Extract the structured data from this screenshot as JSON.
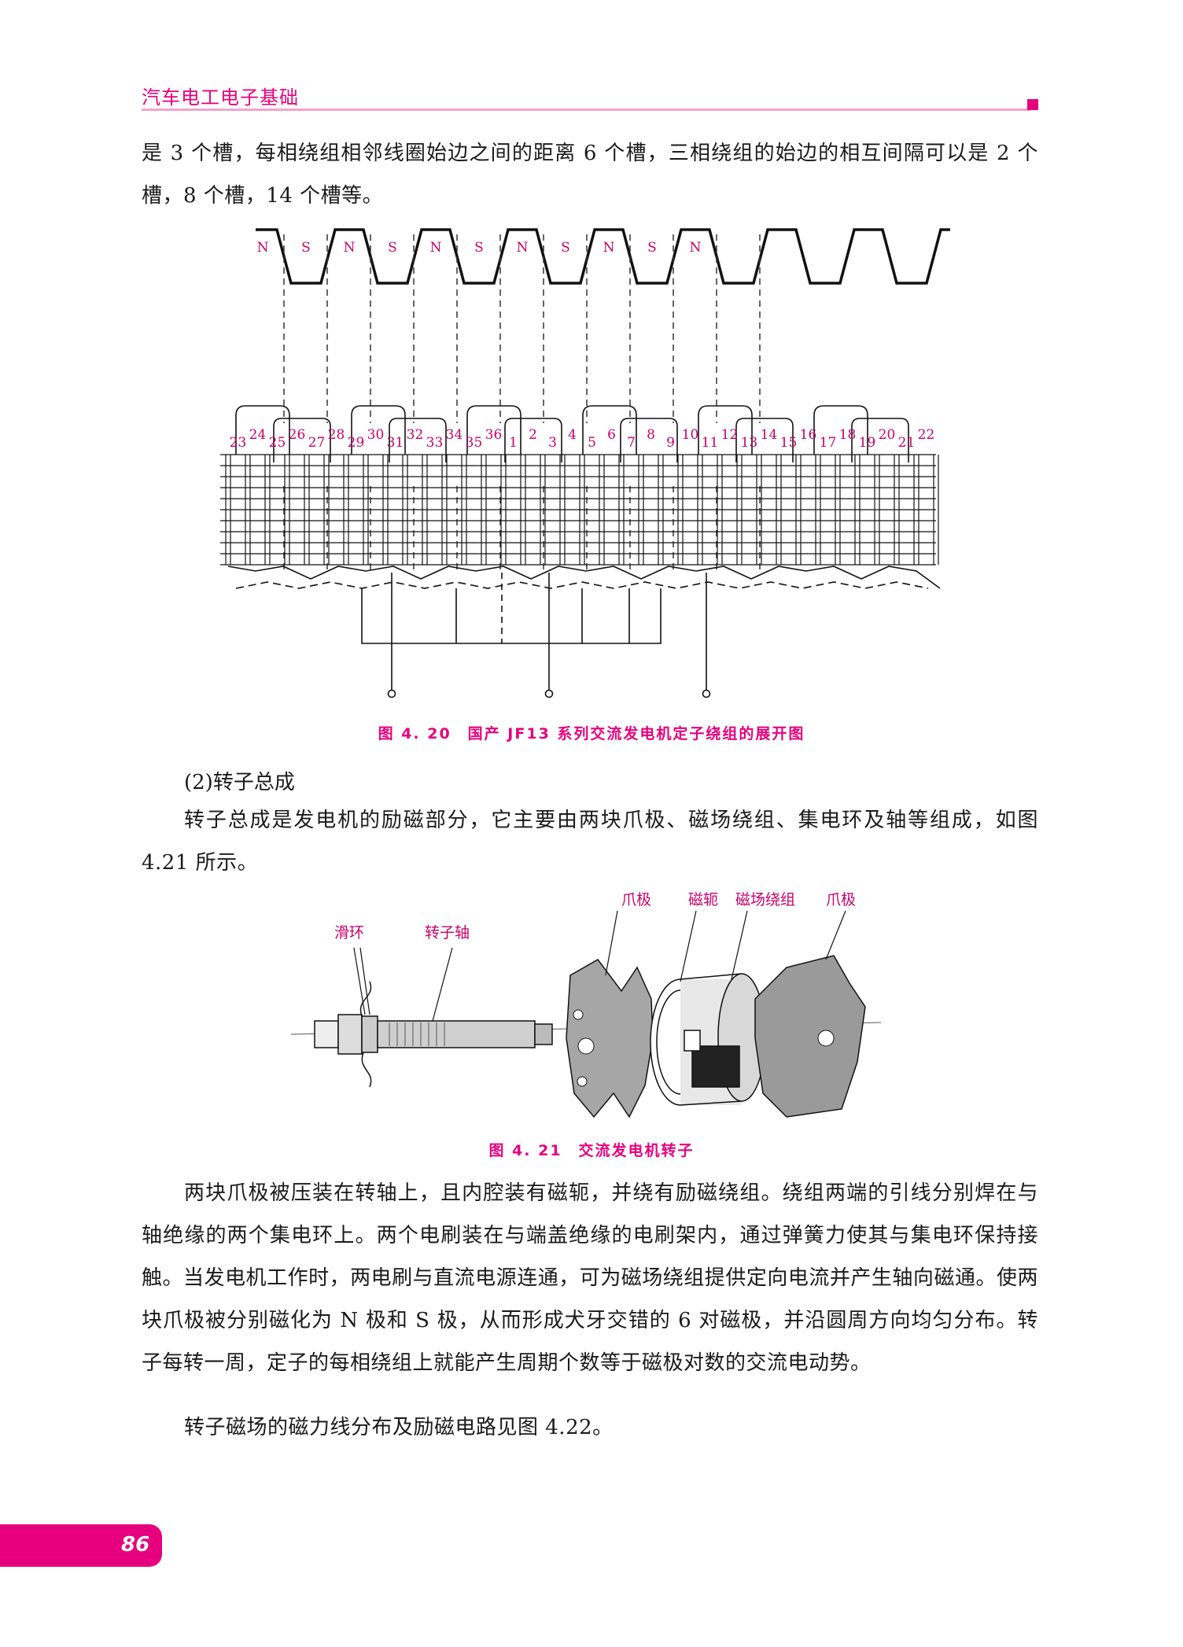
{
  "header": {
    "running_title": "汽车电工电子基础"
  },
  "paragraphs": {
    "top": "是 3 个槽，每相绕组相邻线圈始边之间的距离 6 个槽，三相绕组的始边的相互间隔可以是 2 个槽，8 个槽，14 个槽等。",
    "rotor_heading": "(2)转子总成",
    "rotor_intro": "转子总成是发电机的励磁部分，它主要由两块爪极、磁场绕组、集电环及轴等组成，如图 4.21 所示。",
    "rotor_poles": "两块爪极被压装在转轴上，且内腔装有磁轭，并绕有励磁绕组。绕组两端的引线分别焊在与轴绝缘的两个集电环上。两个电刷装在与端盖绝缘的电刷架内，通过弹簧力使其与集电环保持接触。当发电机工作时，两电刷与直流电源连通，可为磁场绕组提供定向电流并产生轴向磁通。使两块爪极被分别磁化为 N 极和 S 极，从而形成犬牙交错的 6 对磁极，并沿圆周方向均匀分布。转子每转一周，定子的每相绕组上就能产生周期个数等于磁极对数的交流电动势。",
    "field_ref": "转子磁场的磁力线分布及励磁电路见图 4.22。"
  },
  "figure_4_20": {
    "caption": "图 4. 20　国产 JF13 系列交流发电机定子绕组的展开图",
    "poles": [
      "N",
      "S",
      "N",
      "S",
      "N",
      "S",
      "N",
      "S",
      "N",
      "S",
      "N"
    ],
    "slot_numbers": [
      "23",
      "24",
      "25",
      "26",
      "27",
      "28",
      "29",
      "30",
      "31",
      "32",
      "33",
      "34",
      "35",
      "36",
      "1",
      "2",
      "3",
      "4",
      "5",
      "6",
      "7",
      "8",
      "9",
      "10",
      "11",
      "12",
      "13",
      "14",
      "15",
      "16",
      "17",
      "18",
      "19",
      "20",
      "21",
      "22"
    ],
    "label_color": "#c8006a"
  },
  "figure_4_21": {
    "caption": "图 4. 21　交流发电机转子",
    "labels": {
      "slip_rings": "滑环",
      "rotor_shaft": "转子轴",
      "claw_pole_left": "爪极",
      "yoke": "磁轭",
      "field_winding": "磁场绕组",
      "claw_pole_right": "爪极"
    },
    "label_color": "#c8006a"
  },
  "footer": {
    "page_number": "86"
  },
  "colors": {
    "accent": "#e6007e",
    "rule": "#f4a3cc",
    "text": "#1a1a1a"
  }
}
